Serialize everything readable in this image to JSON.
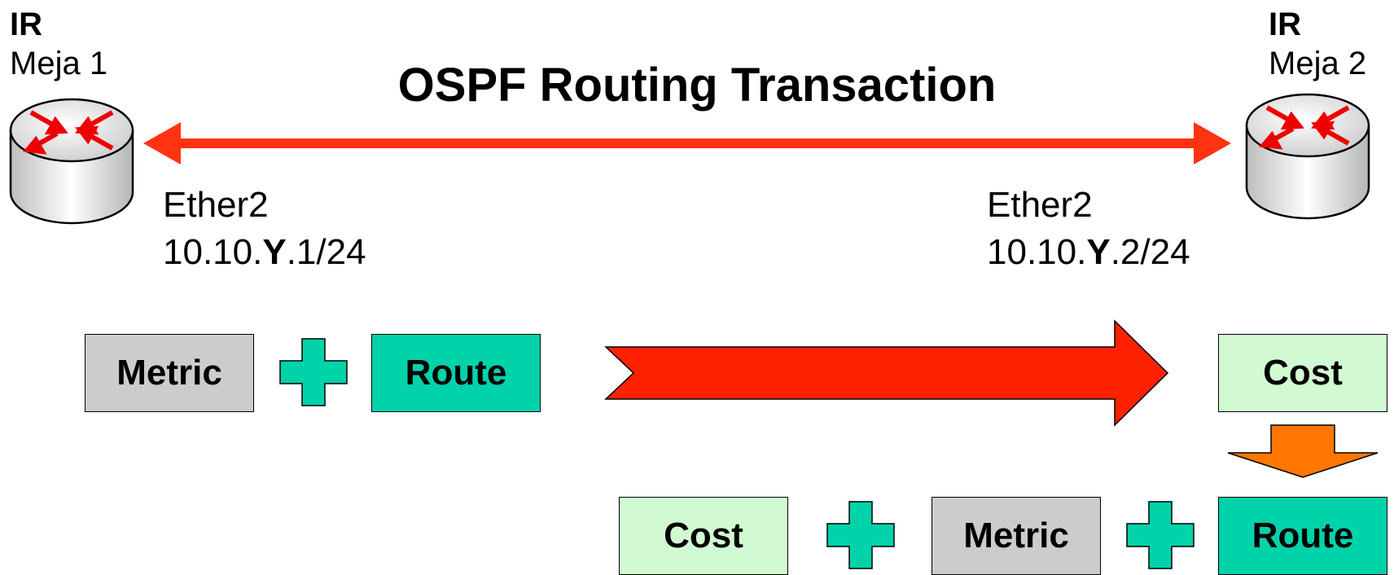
{
  "title": "OSPF Routing Transaction",
  "router_left": {
    "ir": "IR",
    "name": "Meja 1",
    "iface": "Ether2",
    "ip_prefix": "10.10.",
    "ip_var": "Y",
    "ip_suffix": ".1/24"
  },
  "router_right": {
    "ir": "IR",
    "name": "Meja 2",
    "iface": "Ether2",
    "ip_prefix": "10.10.",
    "ip_var": "Y",
    "ip_suffix": ".2/24"
  },
  "row1": {
    "metric": "Metric",
    "route": "Route"
  },
  "cost_box": "Cost",
  "row2": {
    "cost": "Cost",
    "metric": "Metric",
    "route": "Route"
  },
  "colors": {
    "red_arrow": "#ff2200",
    "link_arrow": "#ff3311",
    "orange_arrow": "#ff7700",
    "teal": "#00d2aa",
    "gray": "#cccccc",
    "light_green": "#d2fad2"
  },
  "icons": [
    "router-icon",
    "plus-icon",
    "double-arrow",
    "big-right-arrow",
    "down-arrow"
  ]
}
